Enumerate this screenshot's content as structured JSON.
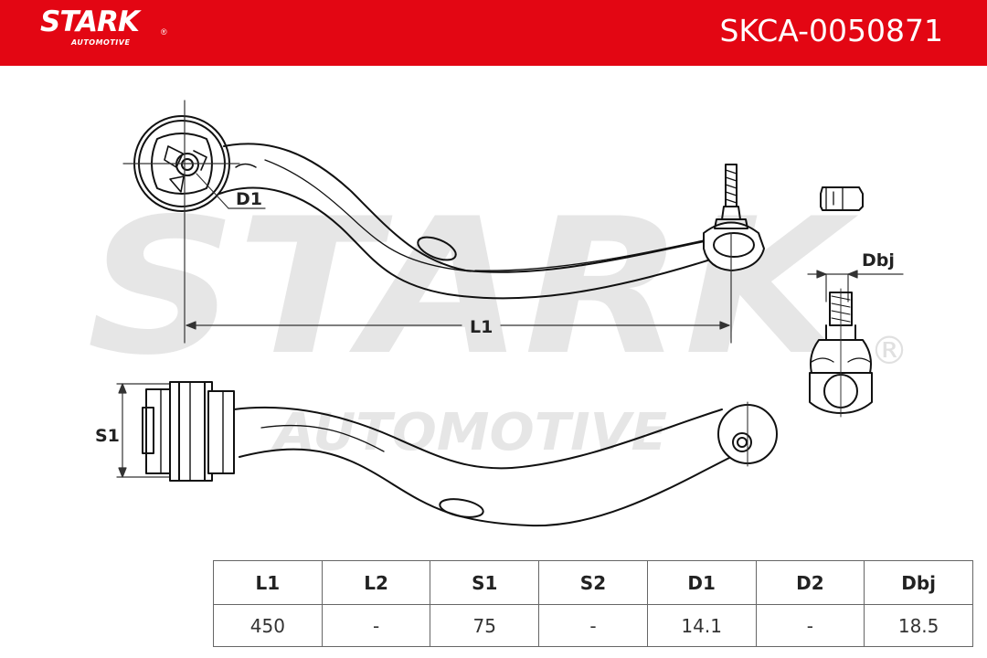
{
  "header": {
    "brand": "STARK",
    "brand_sub": "AUTOMOTIVE",
    "registered": "®",
    "part_number": "SKCA-0050871",
    "color": "#e30613"
  },
  "watermark": {
    "main": "STARK",
    "sub": "AUTOMOTIVE",
    "registered": "®"
  },
  "labels": {
    "d1": "D1",
    "l1": "L1",
    "s1": "S1",
    "dbj": "Dbj"
  },
  "table": {
    "headers": [
      "L1",
      "L2",
      "S1",
      "S2",
      "D1",
      "D2",
      "Dbj"
    ],
    "values": [
      "450",
      "-",
      "75",
      "-",
      "14.1",
      "-",
      "18.5"
    ]
  }
}
